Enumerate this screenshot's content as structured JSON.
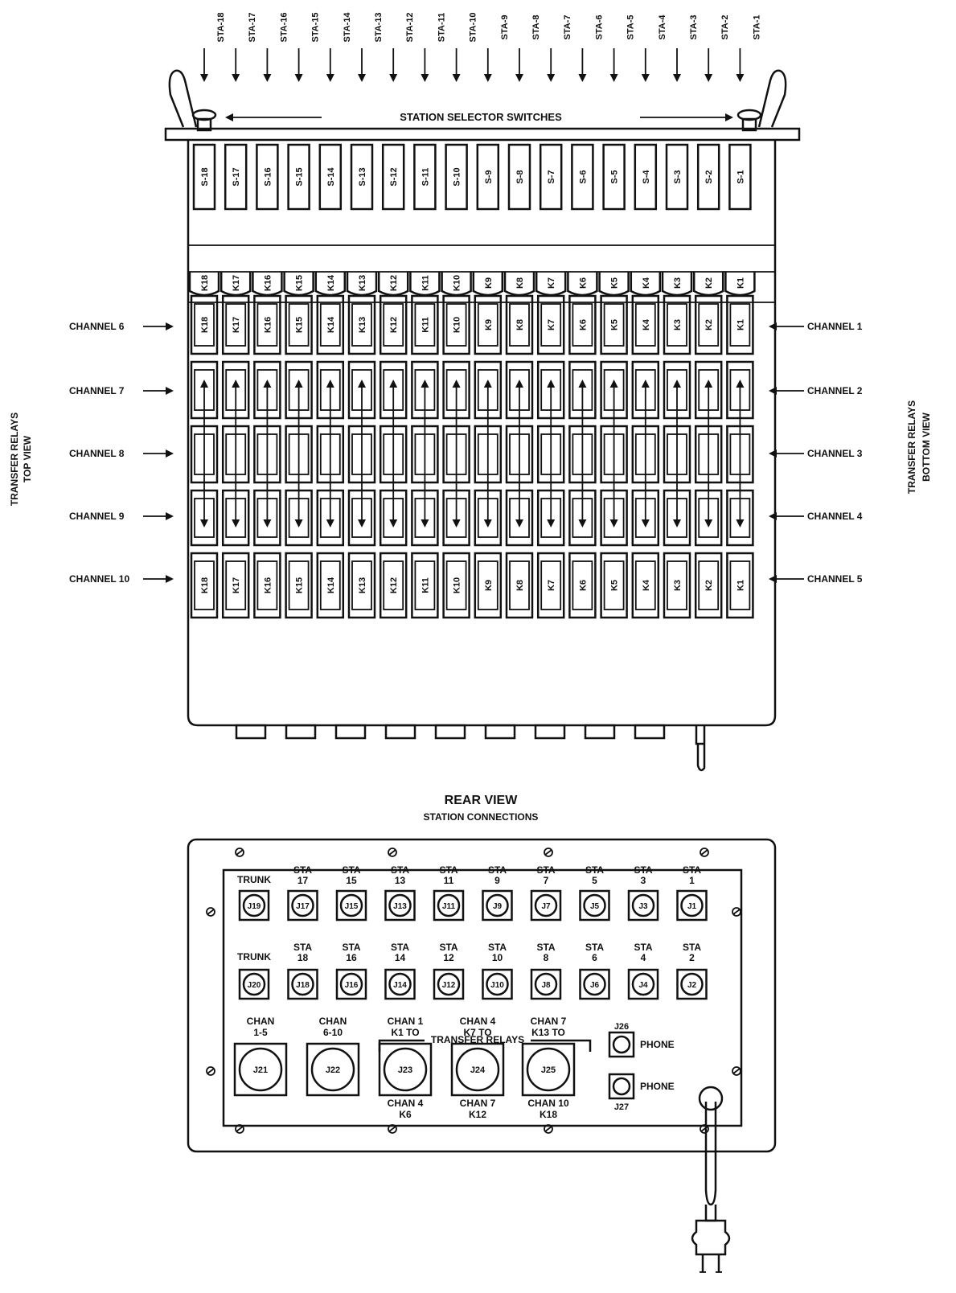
{
  "top": {
    "stations": [
      "STA-18",
      "STA-17",
      "STA-16",
      "STA-15",
      "STA-14",
      "STA-13",
      "STA-12",
      "STA-11",
      "STA-10",
      "STA-9",
      "STA-8",
      "STA-7",
      "STA-6",
      "STA-5",
      "STA-4",
      "STA-3",
      "STA-2",
      "STA-1"
    ],
    "selector_title": "STATION SELECTOR SWITCHES",
    "switches": [
      "S-18",
      "S-17",
      "S-16",
      "S-15",
      "S-14",
      "S-13",
      "S-12",
      "S-11",
      "S-10",
      "S-9",
      "S-8",
      "S-7",
      "S-6",
      "S-5",
      "S-4",
      "S-3",
      "S-2",
      "S-1"
    ],
    "relays": [
      "K18",
      "K17",
      "K16",
      "K15",
      "K14",
      "K13",
      "K12",
      "K11",
      "K10",
      "K9",
      "K8",
      "K7",
      "K6",
      "K5",
      "K4",
      "K3",
      "K2",
      "K1"
    ],
    "left_channels": [
      "CHANNEL 6",
      "CHANNEL 7",
      "CHANNEL 8",
      "CHANNEL 9",
      "CHANNEL 10"
    ],
    "right_channels": [
      "CHANNEL 1",
      "CHANNEL 2",
      "CHANNEL 3",
      "CHANNEL 4",
      "CHANNEL 5"
    ],
    "left_side_label": [
      "TRANSFER RELAYS",
      "TOP VIEW"
    ],
    "right_side_label": [
      "TRANSFER RELAYS",
      "BOTTOM VIEW"
    ]
  },
  "rear": {
    "title": "REAR VIEW",
    "subtitle": "STATION CONNECTIONS",
    "row1": [
      {
        "label": [
          "TRUNK"
        ],
        "jack": "J19"
      },
      {
        "label": [
          "STA",
          "17"
        ],
        "jack": "J17"
      },
      {
        "label": [
          "STA",
          "15"
        ],
        "jack": "J15"
      },
      {
        "label": [
          "STA",
          "13"
        ],
        "jack": "J13"
      },
      {
        "label": [
          "STA",
          "11"
        ],
        "jack": "J11"
      },
      {
        "label": [
          "STA",
          "9"
        ],
        "jack": "J9"
      },
      {
        "label": [
          "STA",
          "7"
        ],
        "jack": "J7"
      },
      {
        "label": [
          "STA",
          "5"
        ],
        "jack": "J5"
      },
      {
        "label": [
          "STA",
          "3"
        ],
        "jack": "J3"
      },
      {
        "label": [
          "STA",
          "1"
        ],
        "jack": "J1"
      }
    ],
    "row2": [
      {
        "label": [
          "TRUNK"
        ],
        "jack": "J20"
      },
      {
        "label": [
          "STA",
          "18"
        ],
        "jack": "J18"
      },
      {
        "label": [
          "STA",
          "16"
        ],
        "jack": "J16"
      },
      {
        "label": [
          "STA",
          "14"
        ],
        "jack": "J14"
      },
      {
        "label": [
          "STA",
          "12"
        ],
        "jack": "J12"
      },
      {
        "label": [
          "STA",
          "10"
        ],
        "jack": "J10"
      },
      {
        "label": [
          "STA",
          "8"
        ],
        "jack": "J8"
      },
      {
        "label": [
          "STA",
          "6"
        ],
        "jack": "J6"
      },
      {
        "label": [
          "STA",
          "4"
        ],
        "jack": "J4"
      },
      {
        "label": [
          "STA",
          "2"
        ],
        "jack": "J2"
      }
    ],
    "transfer_relays_label": "TRANSFER RELAYS",
    "big_jacks": [
      {
        "top": [
          "CHAN",
          "1-5"
        ],
        "jack": "J21",
        "bottom": []
      },
      {
        "top": [
          "CHAN",
          "6-10"
        ],
        "jack": "J22",
        "bottom": []
      },
      {
        "top": [
          "CHAN 1",
          "K1 TO"
        ],
        "jack": "J23",
        "bottom": [
          "CHAN 4",
          "K6"
        ]
      },
      {
        "top": [
          "CHAN 4",
          "K7 TO"
        ],
        "jack": "J24",
        "bottom": [
          "CHAN 7",
          "K12"
        ]
      },
      {
        "top": [
          "CHAN 7",
          "K13 TO"
        ],
        "jack": "J25",
        "bottom": [
          "CHAN 10",
          "K18"
        ]
      }
    ],
    "phone": [
      {
        "jack": "J26",
        "label": "PHONE"
      },
      {
        "jack": "J27",
        "label": "PHONE"
      }
    ]
  }
}
